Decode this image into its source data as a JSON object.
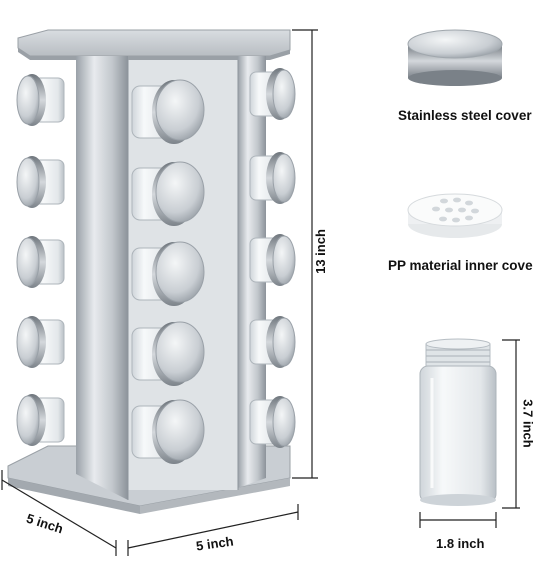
{
  "labels": {
    "cover_steel": "Stainless steel cover",
    "cover_pp": "PP material inner cover",
    "height": "13 inch",
    "depth": "5 inch",
    "width": "5 inch",
    "jar_height": "3.7 inch",
    "jar_width": "1.8 inch"
  },
  "colors": {
    "steel_light": "#e9ecef",
    "steel_mid": "#c3c8cd",
    "steel_dark": "#8e959c",
    "glass": "#eef1f3",
    "text": "#111111"
  },
  "icons": [
    "spice-rack-photo",
    "steel-cap-photo",
    "pp-shaker-cap-photo",
    "glass-jar-photo"
  ]
}
